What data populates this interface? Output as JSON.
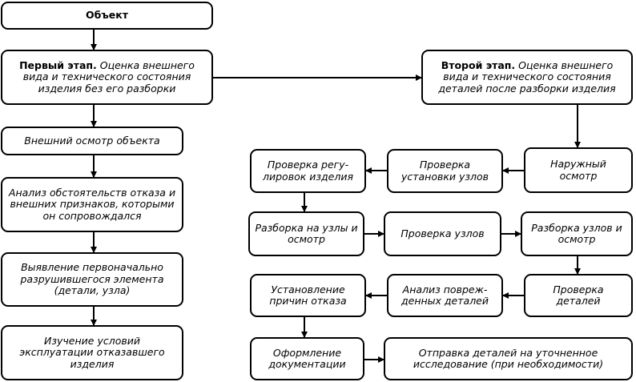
{
  "diagram": {
    "title": "Объект",
    "stage1": {
      "lead": "Первый этап.",
      "text": " Оценка внешнего вида и технического состояния изделия без его разборки"
    },
    "stage2": {
      "lead": "Второй этап.",
      "text": " Оценка внешнего вида и технического состояния деталей после разборки изделия"
    },
    "left_steps": [
      "Внешний осмотр объекта",
      "Анализ обстоятельств отказа и внешних признаков, которыми он сопровождался",
      "Выявление первоначально разрушившегося элемента (детали, узла)",
      "Изучение условий эксплуатации отказавшего изделия"
    ],
    "right_steps": {
      "external_inspection": "Наружный осмотр",
      "check_installation": "Проверка установки узлов",
      "check_adjustments": "Проверка регу-\nлировок изделия",
      "disassembly_units": "Разборка на узлы и осмотр",
      "check_units": "Проверка узлов",
      "disassembly_inspection": "Разборка узлов и осмотр",
      "check_parts": "Проверка деталей",
      "damage_analysis": "Анализ повреж-\nденных деталей",
      "cause_finding": "Установление причин отказа",
      "documentation": "Оформление документации",
      "send_parts": "Отправка деталей на уточненное исследование (при необходимости)"
    }
  }
}
